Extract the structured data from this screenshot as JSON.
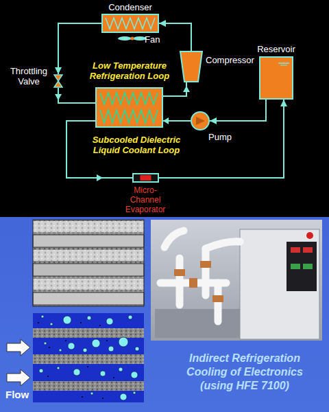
{
  "diagram": {
    "caption": "Indirect Refrigeration Cooling of Electronics (using HFE 7100)",
    "nodes": [
      {
        "text": [
          "Condenser"
        ]
      },
      {
        "text": [
          "Compressor"
        ]
      },
      {
        "text": [
          "Throttling Valve"
        ]
      },
      {
        "text": [
          "Reservoir"
        ]
      },
      {
        "text": [
          "Pump"
        ]
      },
      {
        "text": [
          "Micro-Channel Evaporator"
        ]
      }
    ],
    "edges": [
      {
        "from": 1,
        "to": 0,
        "arrow": "to"
      },
      {
        "from": 0,
        "to": 2,
        "arrow": "to"
      },
      {
        "from": 5,
        "to": 3,
        "arrow": "to"
      },
      {
        "from": 3,
        "to": 4,
        "arrow": "to"
      }
    ],
    "labels": [
      "Fan",
      "Low Temperature Refrigeration Loop",
      "Subcooled Dielectric Liquid Coolant Loop",
      "Flow"
    ]
  }
}
